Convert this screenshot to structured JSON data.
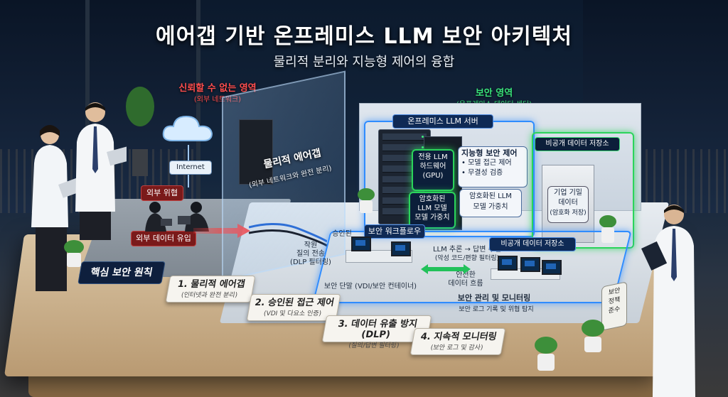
{
  "header": {
    "title": "에어갭 기반 온프레미스 LLM 보안 아키텍처",
    "subtitle": "물리적 분리와 지능형 제어의 융합"
  },
  "zones": {
    "untrusted": {
      "title": "신뢰할 수 없는 영역",
      "subtitle": "(외부 네트워크)"
    },
    "secure": {
      "title": "보안 영역",
      "subtitle": "(온프레미스 데이터 센터)"
    }
  },
  "external": {
    "internet": "Internet",
    "threat": "외부 위협",
    "data_leak": "외부 데이터 유입"
  },
  "airgap": {
    "title": "물리적 에어갭",
    "subtitle": "(외부 네트워크와 완전 분리)"
  },
  "server": {
    "title": "온프레미스 LLM 서버",
    "hardware": [
      "전용 LLM",
      "하드웨어",
      "(GPU)"
    ],
    "encrypted_model": [
      "암호화된",
      "LLM 모델",
      "모델 가중치"
    ]
  },
  "intelligent_control": {
    "title": "지능형 보안 제어",
    "items": [
      "• 모델 접근 제어",
      "• 무결성 검증"
    ]
  },
  "encrypted_weights": [
    "암호화된 LLM",
    "모델 가중치"
  ],
  "private_storage": {
    "title": "비공개 데이터 저장소",
    "content": [
      "기업 기밀",
      "데이터",
      "(암호화 저장)"
    ]
  },
  "workzone": {
    "title": "보안 워크플로우",
    "approved": "승인된",
    "flow_left": [
      "작원",
      "질의 전송",
      "(DLP 필터링)"
    ],
    "flow_right": [
      "LLM 추론 → 답변 수신",
      "(악성 코드/편향 필터링)"
    ],
    "terminal": "보안 단말 (VDI/보안 컨테이너)",
    "safe_flow": [
      "안전한",
      "데이터 흐름"
    ]
  },
  "private_storage_bottom": "비공개 데이터 저장소",
  "monitoring": {
    "title": "보안 관리 및 모니터링",
    "subtitle": "보안 로그 기록 및 위협 탐지"
  },
  "principles": {
    "heading": "핵심 보안 원칙",
    "cards": [
      {
        "title": "1. 물리적 에어갭",
        "sub": "(인터넷과 완전 분리)"
      },
      {
        "title": "2. 승인된 접근 제어",
        "sub": "(VDI 및 다요소 인증)"
      },
      {
        "title": "3. 데이터 유출 방지(DLP)",
        "sub": "(질의/답변 필터링)"
      },
      {
        "title": "4. 지속적 모니터링",
        "sub": "(보안 로그 및 감사)"
      }
    ]
  },
  "right_sign": [
    "보안",
    "정책",
    "준수"
  ],
  "colors": {
    "threat_red": "#ff4d4d",
    "secure_green": "#39e27a",
    "accent_blue": "#2f8cff",
    "navy_pill": "#0f2a55"
  }
}
